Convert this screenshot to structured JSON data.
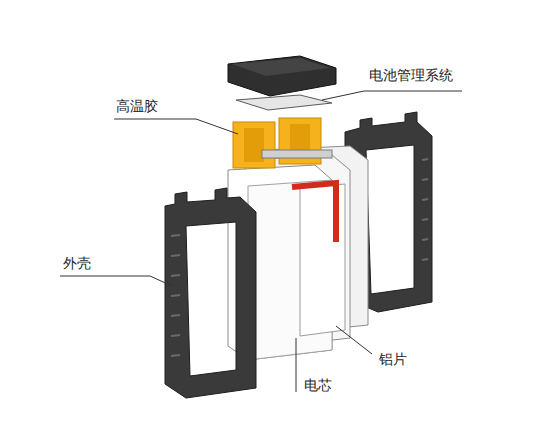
{
  "diagram": {
    "labels": [
      "电池管理系统",
      "高温胶",
      "外壳",
      "铝片",
      "电芯"
    ]
  }
}
